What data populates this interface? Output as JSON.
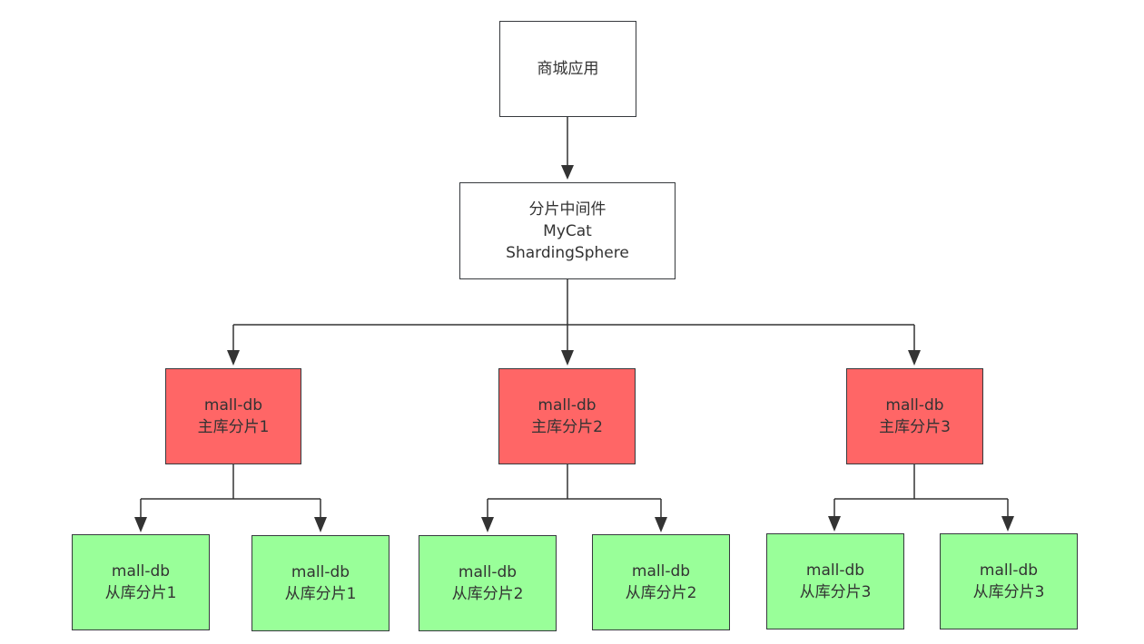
{
  "colors": {
    "master_fill": "#ff6666",
    "slave_fill": "#99ff99",
    "plain_fill": "#ffffff",
    "stroke": "#36393d"
  },
  "app": {
    "label": "商城应用"
  },
  "middleware": {
    "line1": "分片中间件",
    "line2": "MyCat",
    "line3": "ShardingSphere"
  },
  "masters": [
    {
      "line1": "mall-db",
      "line2": "主库分片1"
    },
    {
      "line1": "mall-db",
      "line2": "主库分片2"
    },
    {
      "line1": "mall-db",
      "line2": "主库分片3"
    }
  ],
  "slaves": [
    {
      "line1": "mall-db",
      "line2": "从库分片1"
    },
    {
      "line1": "mall-db",
      "line2": "从库分片1"
    },
    {
      "line1": "mall-db",
      "line2": "从库分片2"
    },
    {
      "line1": "mall-db",
      "line2": "从库分片2"
    },
    {
      "line1": "mall-db",
      "line2": "从库分片3"
    },
    {
      "line1": "mall-db",
      "line2": "从库分片3"
    }
  ]
}
